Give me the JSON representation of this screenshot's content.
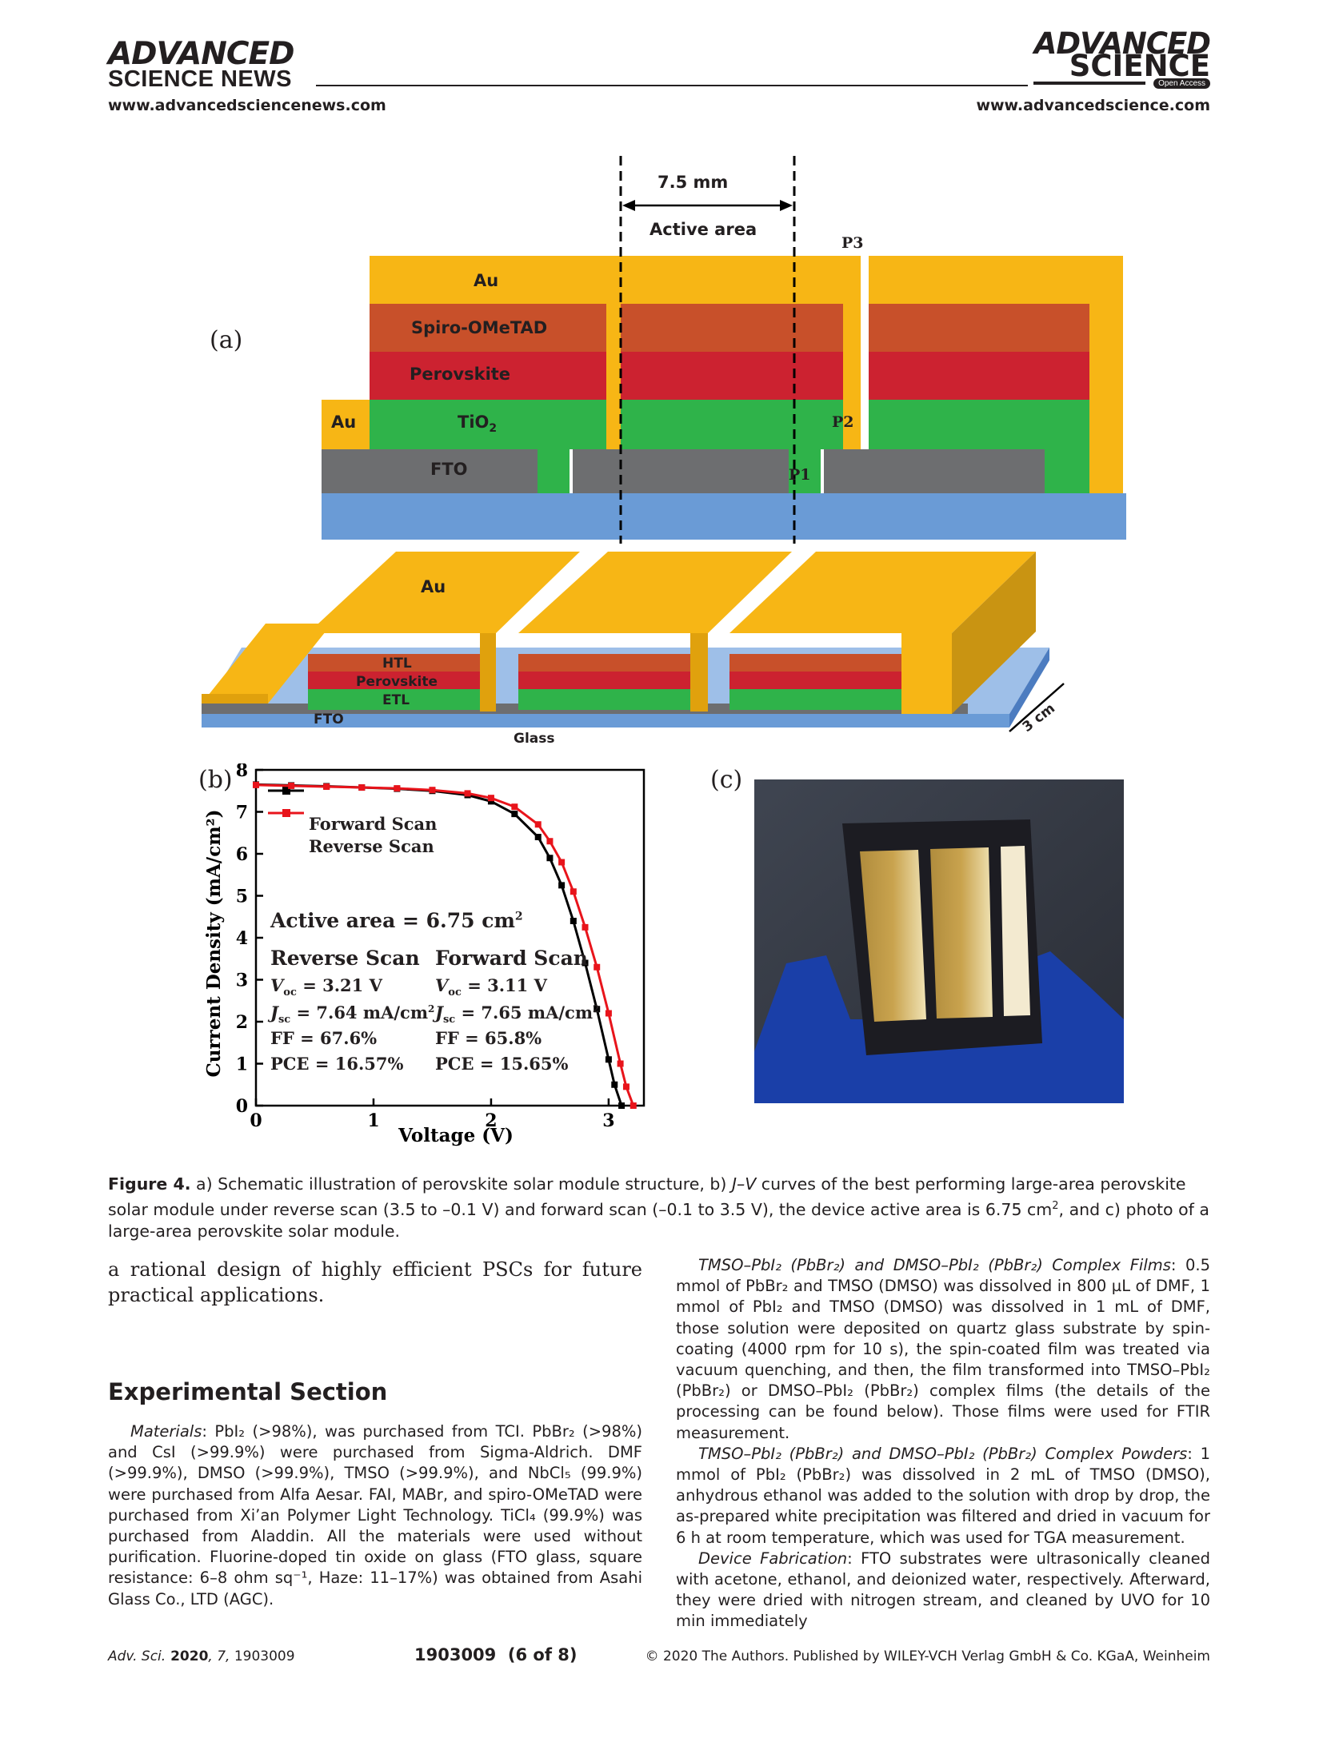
{
  "header": {
    "journal_left_line1": "ADVANCED",
    "journal_left_line2": "SCIENCE NEWS",
    "journal_right_line1": "ADVANCED",
    "journal_right_line2": "SCIENCE",
    "open_access": "Open Access",
    "url_left": "www.advancedsciencenews.com",
    "url_right": "www.advancedscience.com"
  },
  "figure": {
    "panel_a_label": "(a)",
    "panel_b_label": "(b)",
    "panel_c_label": "(c)",
    "schematic": {
      "dimension": "7.5 mm",
      "active_area": "Active area",
      "layer_au": "Au",
      "layer_spiro": "Spiro-OMeTAD",
      "layer_perovskite": "Perovskite",
      "layer_tio2": "TiO",
      "layer_tio2_sub": "2",
      "layer_fto": "FTO",
      "p1": "P1",
      "p2": "P2",
      "p3": "P3",
      "side_au": "Au",
      "iso_au": "Au",
      "iso_htl": "HTL",
      "iso_perovskite": "Perovskite",
      "iso_etl": "ETL",
      "iso_fto": "FTO",
      "iso_glass": "Glass",
      "iso_width": "3 cm",
      "colors": {
        "au": "#f7b615",
        "spiro": "#c8502a",
        "perovskite": "#cc2230",
        "tio2": "#2fb34a",
        "fto": "#6d6e70",
        "glass": "#6a9bd6"
      }
    },
    "photo_alt_colors": {
      "glove": "#1a3fa8",
      "cell": "#c9a34e"
    }
  },
  "chart_data": {
    "type": "line",
    "xlabel": "Voltage (V)",
    "ylabel": "Current Density (mA/cm²)",
    "xlim": [
      0,
      3.3
    ],
    "ylim": [
      0,
      8
    ],
    "xticks": [
      "0",
      "1",
      "2",
      "3"
    ],
    "yticks": [
      "0",
      "1",
      "2",
      "3",
      "4",
      "5",
      "6",
      "7",
      "8"
    ],
    "legend_position": "top-left",
    "series": [
      {
        "name": "Forward Scan",
        "color": "#000000",
        "x": [
          0.0,
          0.3,
          0.6,
          0.9,
          1.2,
          1.5,
          1.8,
          2.0,
          2.2,
          2.4,
          2.5,
          2.6,
          2.7,
          2.8,
          2.9,
          3.0,
          3.05,
          3.11
        ],
        "y": [
          7.65,
          7.63,
          7.61,
          7.58,
          7.55,
          7.5,
          7.4,
          7.25,
          6.95,
          6.4,
          5.9,
          5.25,
          4.4,
          3.4,
          2.3,
          1.1,
          0.5,
          0.0
        ]
      },
      {
        "name": "Reverse Scan",
        "color": "#e8141b",
        "x": [
          0.0,
          0.3,
          0.6,
          0.9,
          1.2,
          1.5,
          1.8,
          2.0,
          2.2,
          2.4,
          2.5,
          2.6,
          2.7,
          2.8,
          2.9,
          3.0,
          3.1,
          3.15,
          3.21
        ],
        "y": [
          7.64,
          7.62,
          7.6,
          7.58,
          7.56,
          7.52,
          7.44,
          7.33,
          7.12,
          6.7,
          6.3,
          5.8,
          5.1,
          4.25,
          3.3,
          2.2,
          1.0,
          0.45,
          0.0
        ]
      }
    ],
    "annotations": {
      "active_area": "Active area = 6.75 cm",
      "active_area_sup": "2",
      "reverse_title": "Reverse Scan",
      "forward_title": "Forward Scan",
      "rev_voc": "V",
      "rev_voc_sub": "oc",
      "rev_voc_val": " = 3.21 V",
      "rev_jsc": "J",
      "rev_jsc_sub": "sc",
      "rev_jsc_val": " = 7.64 mA/cm",
      "rev_ff": "FF = 67.6%",
      "rev_pce": "PCE = 16.57%",
      "fwd_voc_val": " = 3.11 V",
      "fwd_jsc_val": " = 7.65 mA/cm",
      "fwd_ff": "FF = 65.8%",
      "fwd_pce": "PCE = 15.65%"
    }
  },
  "caption": {
    "label": "Figure 4.",
    "text_1": " a) Schematic illustration of perovskite solar module structure, b) ",
    "text_jv": "J–V",
    "text_2": " curves of the best performing large-area perovskite solar module under reverse scan (3.5 to –0.1 V) and forward scan (–0.1 to 3.5 V), the device active area is 6.75 cm",
    "text_sup": "2",
    "text_3": ", and c) photo of a large-area perovskite solar module."
  },
  "body": {
    "left_intro": "a rational design of highly efficient PSCs for future practical applications.",
    "section_title": "Experimental Section",
    "materials_head": "Materials",
    "materials_text": ": PbI₂ (>98%), was purchased from TCI. PbBr₂ (>98%) and CsI (>99.9%) were purchased from Sigma-Aldrich. DMF (>99.9%), DMSO (>99.9%), TMSO (>99.9%), and NbCl₅ (99.9%) were purchased from Alfa Aesar. FAI, MABr, and spiro-OMeTAD were purchased from Xi’an Polymer Light Technology. TiCl₄ (99.9%) was purchased from Aladdin. All the materials were used without purification. Fluorine-doped tin oxide on glass (FTO glass, square resistance: 6–8 ohm sq⁻¹, Haze: 11–17%) was obtained from Asahi Glass Co., LTD (AGC).",
    "films_head": "TMSO–PbI₂ (PbBr₂) and DMSO–PbI₂ (PbBr₂) Complex Films",
    "films_text": ": 0.5 mmol of PbBr₂ and TMSO (DMSO) was dissolved in 800 µL of DMF, 1 mmol of PbI₂ and TMSO (DMSO) was dissolved in 1 mL of DMF, those solution were deposited on quartz glass substrate by spin-coating (4000 rpm for 10 s), the spin-coated film was treated via vacuum quenching, and then, the film transformed into TMSO–PbI₂ (PbBr₂) or DMSO–PbI₂ (PbBr₂) complex films (the details of the processing can be found below). Those films were used for FTIR measurement.",
    "powders_head": "TMSO–PbI₂ (PbBr₂) and DMSO–PbI₂ (PbBr₂) Complex Powders",
    "powders_text": ": 1 mmol of PbI₂ (PbBr₂) was dissolved in 2 mL of TMSO (DMSO), anhydrous ethanol was added to the solution with drop by drop, the as-prepared white precipitation was filtered and dried in vacuum for 6 h at room temperature, which was used for TGA measurement.",
    "device_head": "Device Fabrication",
    "device_text": ": FTO substrates were ultrasonically cleaned with acetone, ethanol, and deionized water, respectively. Afterward, they were dried with nitrogen stream, and cleaned by UVO for 10 min immediately"
  },
  "footer": {
    "citation_journal": "Adv. Sci.",
    "citation_year": " 2020",
    "citation_vol": ", 7,",
    "citation_id": " 1903009",
    "page": "1903009  (6 of 8)",
    "copyright": "© 2020 The Authors. Published by WILEY-VCH Verlag GmbH & Co. KGaA, Weinheim"
  }
}
